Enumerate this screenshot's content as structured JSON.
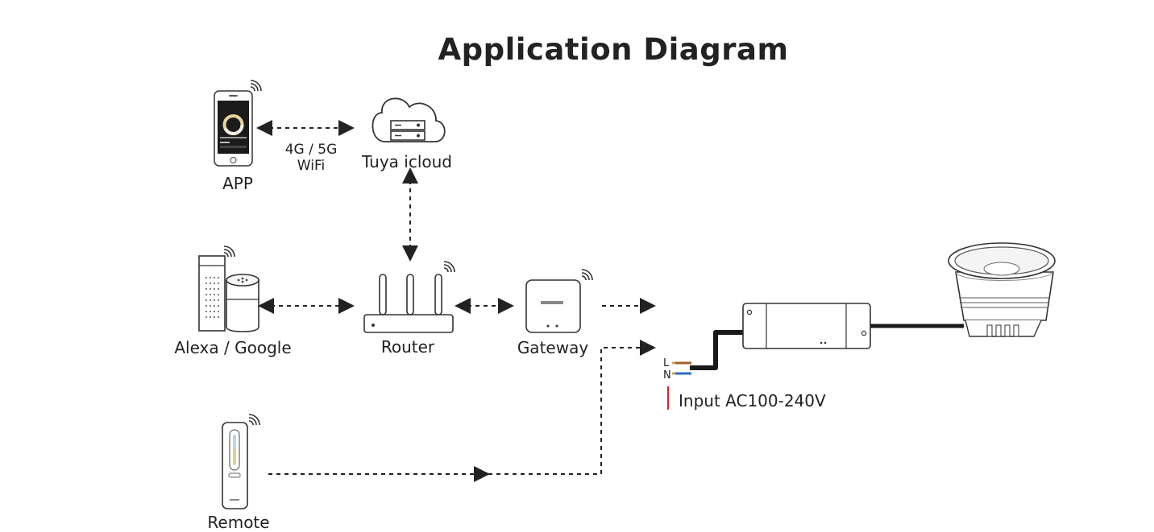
{
  "title": "Application Diagram",
  "nodes": {
    "app": "APP",
    "cloud": "Tuya icloud",
    "link": {
      "line1": "4G / 5G",
      "line2": "WiFi"
    },
    "voice": "Alexa / Google",
    "router": "Router",
    "gateway": "Gateway",
    "remote": "Remote",
    "input": "Input AC100-240V",
    "terminal_l": "L",
    "terminal_n": "N"
  },
  "colors": {
    "line": "#222222",
    "wire": "#1a1a1a",
    "input_mark": "#d6262b",
    "wire_brown": "#a0622d",
    "wire_blue": "#2a6fc0"
  },
  "icons": [
    "smartphone-icon",
    "cloud-server-icon",
    "smart-speaker-icon",
    "router-icon",
    "gateway-icon",
    "remote-control-icon",
    "driver-box-icon",
    "downlight-icon",
    "wifi-signal-icon"
  ]
}
